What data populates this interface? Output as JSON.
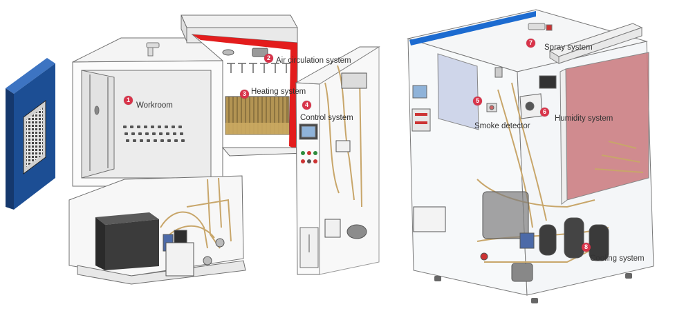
{
  "colors": {
    "marker": "#d8344a",
    "door_panel": "#1c4e94",
    "heater_frame": "#e31d1d",
    "heater_element": "#b39453",
    "window": "#cfd6ea",
    "window_pink": "#c9787c",
    "compressor": "#3a3a3a",
    "pipe": "#c8a66a",
    "line": "#777777",
    "panel": "#f2f2f2",
    "glass": "#f6f8fa"
  },
  "labels": [
    {
      "id": "workroom",
      "number": "1",
      "text": "Workroom"
    },
    {
      "id": "air-circulation",
      "number": "2",
      "text": "Air circulation system"
    },
    {
      "id": "heating",
      "number": "3",
      "text": "Heating system"
    },
    {
      "id": "control",
      "number": "4",
      "text": "Control system"
    },
    {
      "id": "smoke-detector",
      "number": "5",
      "text": "Smoke detector"
    },
    {
      "id": "humidity",
      "number": "6",
      "text": "Humidity system"
    },
    {
      "id": "spray",
      "number": "7",
      "text": "Spray system"
    },
    {
      "id": "cooling",
      "number": "8",
      "text": "Cooling system"
    }
  ]
}
